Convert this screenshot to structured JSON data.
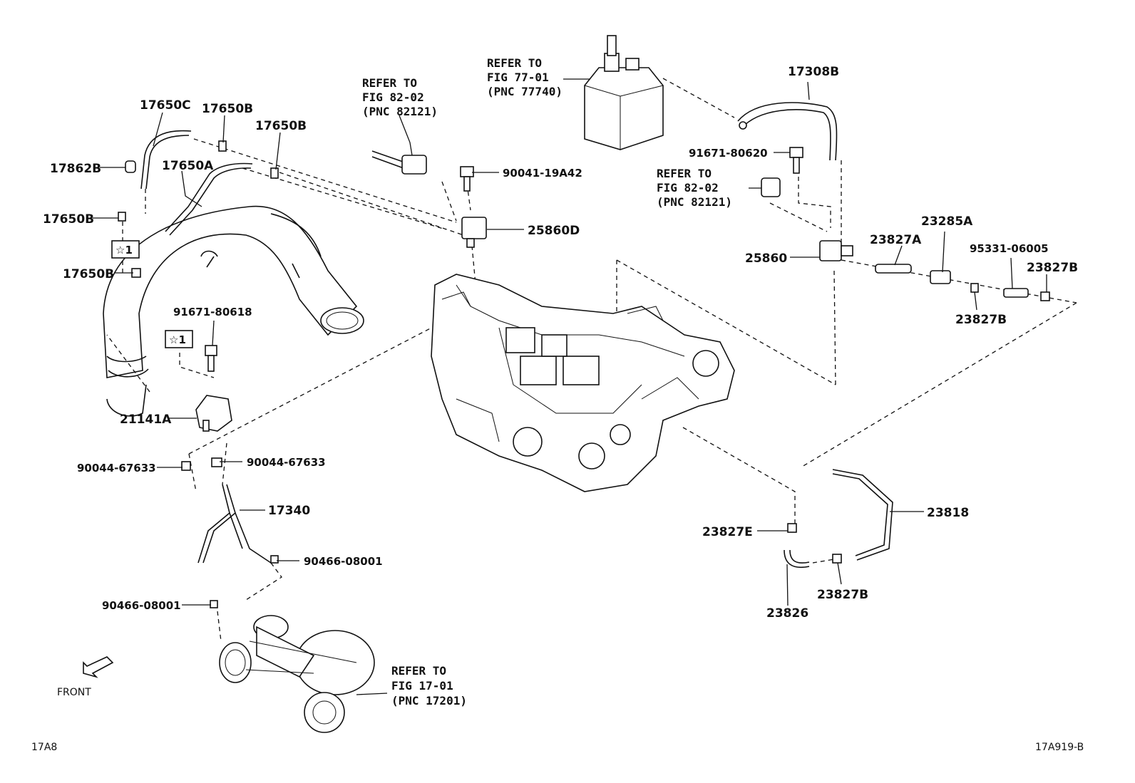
{
  "labels": {
    "p17650C": "17650C",
    "p17650B_top": "17650B",
    "p17650B_mid": "17650B",
    "p17862B": "17862B",
    "p17650A": "17650A",
    "p17650B_left": "17650B",
    "p17650B_low": "17650B",
    "star1_a": "☆1",
    "star1_b": "☆1",
    "p91671_80618": "91671-80618",
    "p21141A": "21141A",
    "p90044_left": "90044-67633",
    "p90044_right": "90044-67633",
    "p17340": "17340",
    "p90466_right": "90466-08001",
    "p90466_left": "90466-08001",
    "p90041": "90041-19A42",
    "p25860D": "25860D",
    "p17308B": "17308B",
    "p91671_80620": "91671-80620",
    "p25860": "25860",
    "p23827A": "23827A",
    "p23285A": "23285A",
    "p95331": "95331-06005",
    "p23827B_right": "23827B",
    "p23827B_mid": "23827B",
    "p23818": "23818",
    "p23827E": "23827E",
    "p23826": "23826",
    "p23827B_low": "23827B"
  },
  "refs": {
    "fig8202_top": {
      "l1": "REFER TO",
      "l2": "FIG 82-02",
      "l3": "(PNC 82121)"
    },
    "fig7701": {
      "l1": "REFER TO",
      "l2": "FIG 77-01",
      "l3": "(PNC 77740)"
    },
    "fig8202_right": {
      "l1": "REFER TO",
      "l2": "FIG 82-02",
      "l3": "(PNC 82121)"
    },
    "fig1701": {
      "l1": "REFER TO",
      "l2": "FIG 17-01",
      "l3": "(PNC 17201)"
    }
  },
  "front": "FRONT",
  "corner_left": "17A8",
  "corner_right": "17A919-B"
}
